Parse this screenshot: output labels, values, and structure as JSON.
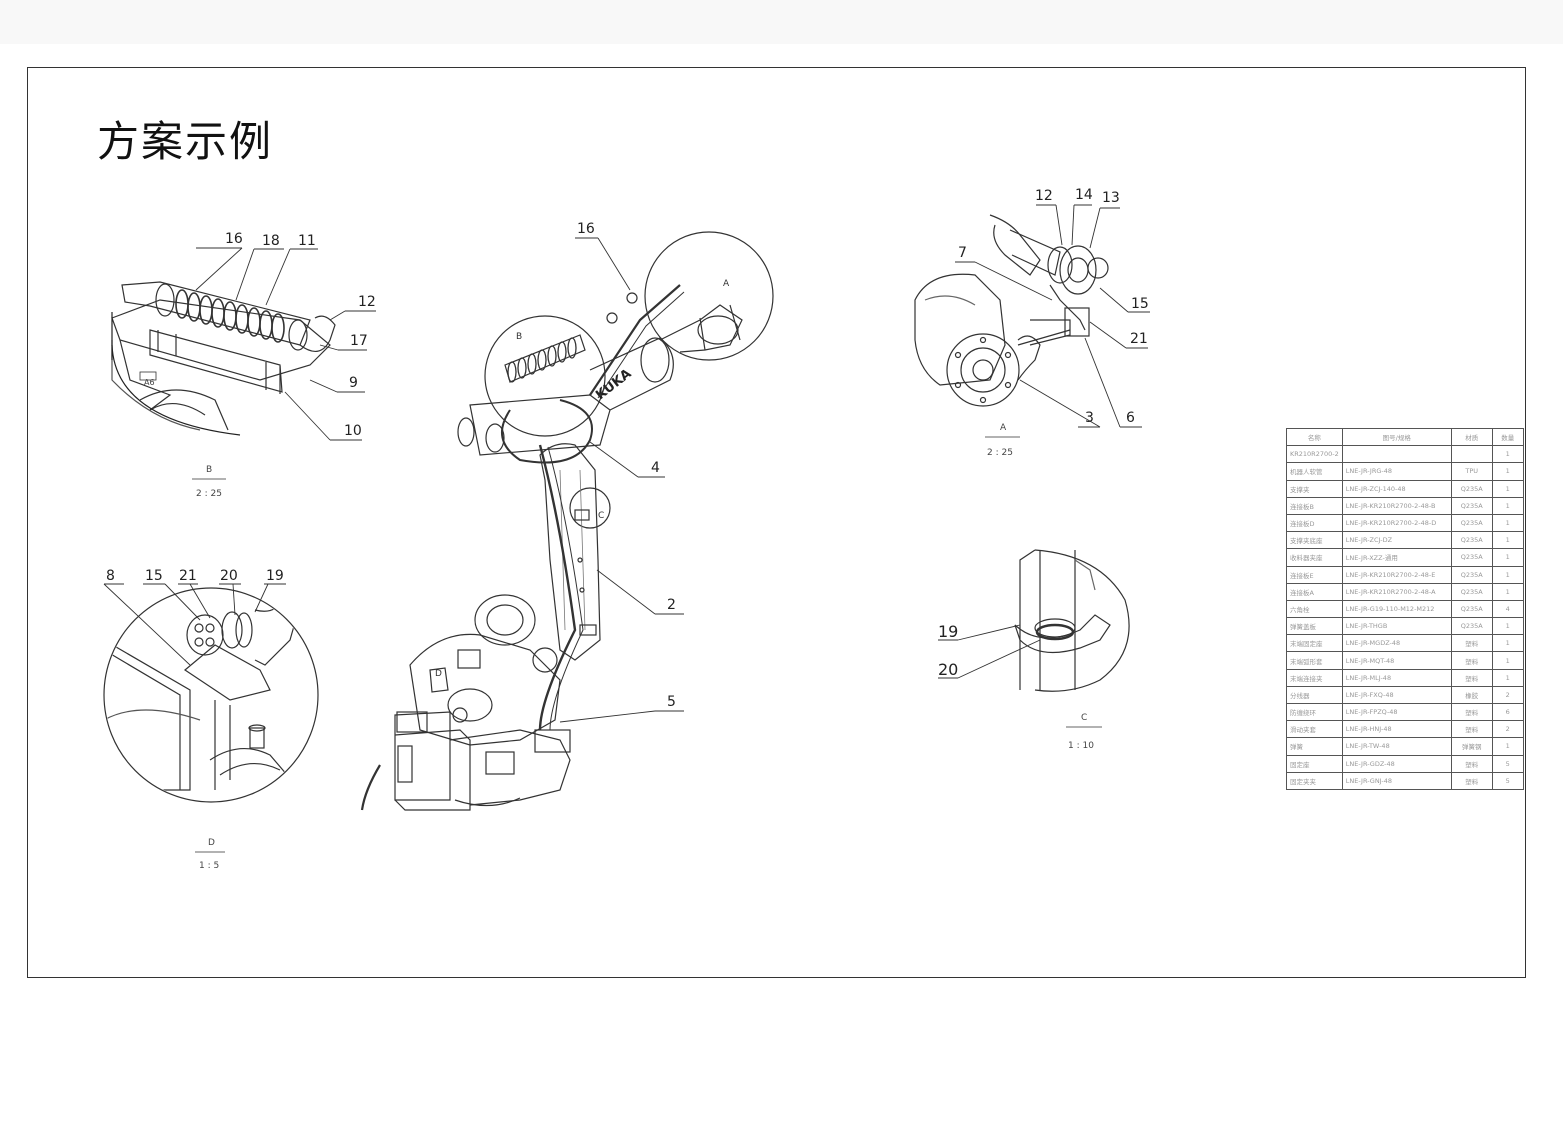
{
  "title": "方案示例",
  "views": [
    {
      "id": "B",
      "letter": "B",
      "scale": "2 : 25",
      "callouts": [
        "16",
        "18",
        "11",
        "12",
        "17",
        "9",
        "10"
      ]
    },
    {
      "id": "D",
      "letter": "D",
      "scale": "1 : 5",
      "callouts": [
        "8",
        "15",
        "21",
        "20",
        "19"
      ]
    },
    {
      "id": "A",
      "letter": "A",
      "scale": "2 : 25",
      "callouts": [
        "12",
        "14",
        "13",
        "7",
        "15",
        "21",
        "3",
        "6"
      ]
    },
    {
      "id": "C",
      "letter": "C",
      "scale": "1 : 10",
      "callouts": [
        "19",
        "20"
      ]
    }
  ],
  "main_callouts": [
    "16",
    "4",
    "2",
    "5"
  ],
  "circle_labels": {
    "a": "A",
    "b": "B",
    "c": "C",
    "d": "D"
  },
  "brand": "KUKA",
  "pad_label": "A6",
  "bom": {
    "headers": [
      "名称",
      "图号/规格",
      "材质",
      "数量"
    ],
    "rows": [
      [
        "KR210R2700-2",
        "",
        "",
        "1"
      ],
      [
        "机器人软管",
        "LNE-JR-JRG-48",
        "TPU",
        "1"
      ],
      [
        "支撑夹",
        "LNE-JR-ZCJ-140-48",
        "Q235A",
        "1"
      ],
      [
        "连接板B",
        "LNE-JR-KR210R2700-2-48-B",
        "Q235A",
        "1"
      ],
      [
        "连接板D",
        "LNE-JR-KR210R2700-2-48-D",
        "Q235A",
        "1"
      ],
      [
        "支撑夹底座",
        "LNE-JR-ZCJ-DZ",
        "Q235A",
        "1"
      ],
      [
        "收料器夹座",
        "LNE-JR-XZZ-通用",
        "Q235A",
        "1"
      ],
      [
        "连接板E",
        "LNE-JR-KR210R2700-2-48-E",
        "Q235A",
        "1"
      ],
      [
        "连接板A",
        "LNE-JR-KR210R2700-2-48-A",
        "Q235A",
        "1"
      ],
      [
        "六角栓",
        "LNE-JR-G19-110-M12-M212",
        "Q235A",
        "4"
      ],
      [
        "弹簧盖板",
        "LNE-JR-THGB",
        "Q235A",
        "1"
      ],
      [
        "末端固定座",
        "LNE-JR-MGDZ-48",
        "塑料",
        "1"
      ],
      [
        "末端弧形套",
        "LNE-JR-MQT-48",
        "塑料",
        "1"
      ],
      [
        "末端连接夹",
        "LNE-JR-MLJ-48",
        "塑料",
        "1"
      ],
      [
        "分线器",
        "LNE-JR-FXQ-48",
        "橡胶",
        "2"
      ],
      [
        "防缠绕环",
        "LNE-JR-FPZQ-48",
        "塑料",
        "6"
      ],
      [
        "滑动夹套",
        "LNE-JR-HNJ-48",
        "塑料",
        "2"
      ],
      [
        "弹簧",
        "LNE-JR-TW-48",
        "弹簧钢",
        "1"
      ],
      [
        "固定座",
        "LNE-JR-GDZ-48",
        "塑料",
        "5"
      ],
      [
        "固定夹夹",
        "LNE-JR-GNJ-48",
        "塑料",
        "5"
      ]
    ]
  }
}
